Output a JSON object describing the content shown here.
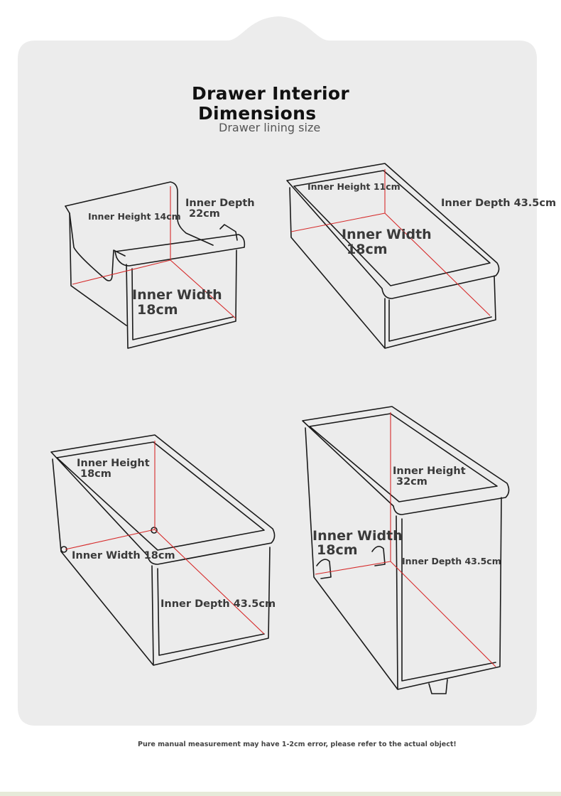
{
  "header": {
    "title_line1": "Drawer Interior",
    "title_line2": "Dimensions",
    "subtitle": "Drawer lining size"
  },
  "drawers": [
    {
      "height": "Inner Height 14cm",
      "depth_line1": "Inner Depth",
      "depth_line2": "22cm",
      "width_line1": "Inner Width",
      "width_line2": "18cm"
    },
    {
      "height": "Inner Height 11cm",
      "depth": "Inner Depth 43.5cm",
      "width_line1": "Inner Width",
      "width_line2": "18cm"
    },
    {
      "height_line1": "Inner Height",
      "height_line2": "18cm",
      "width": "Inner Width 18cm",
      "depth": "Inner Depth 43.5cm"
    },
    {
      "height_line1": "Inner Height",
      "height_line2": "32cm",
      "width_line1": "Inner Width",
      "width_line2": "18cm",
      "depth": "Inner Depth 43.5cm"
    }
  ],
  "footer": {
    "note": "Pure manual measurement may have 1-2cm error, please refer to the actual object!"
  },
  "colors": {
    "background": "#ffffff",
    "card": "#ececec",
    "outline": "#1a1a1a",
    "measure_line": "#d62a2a",
    "text": "#3a3a3a"
  }
}
